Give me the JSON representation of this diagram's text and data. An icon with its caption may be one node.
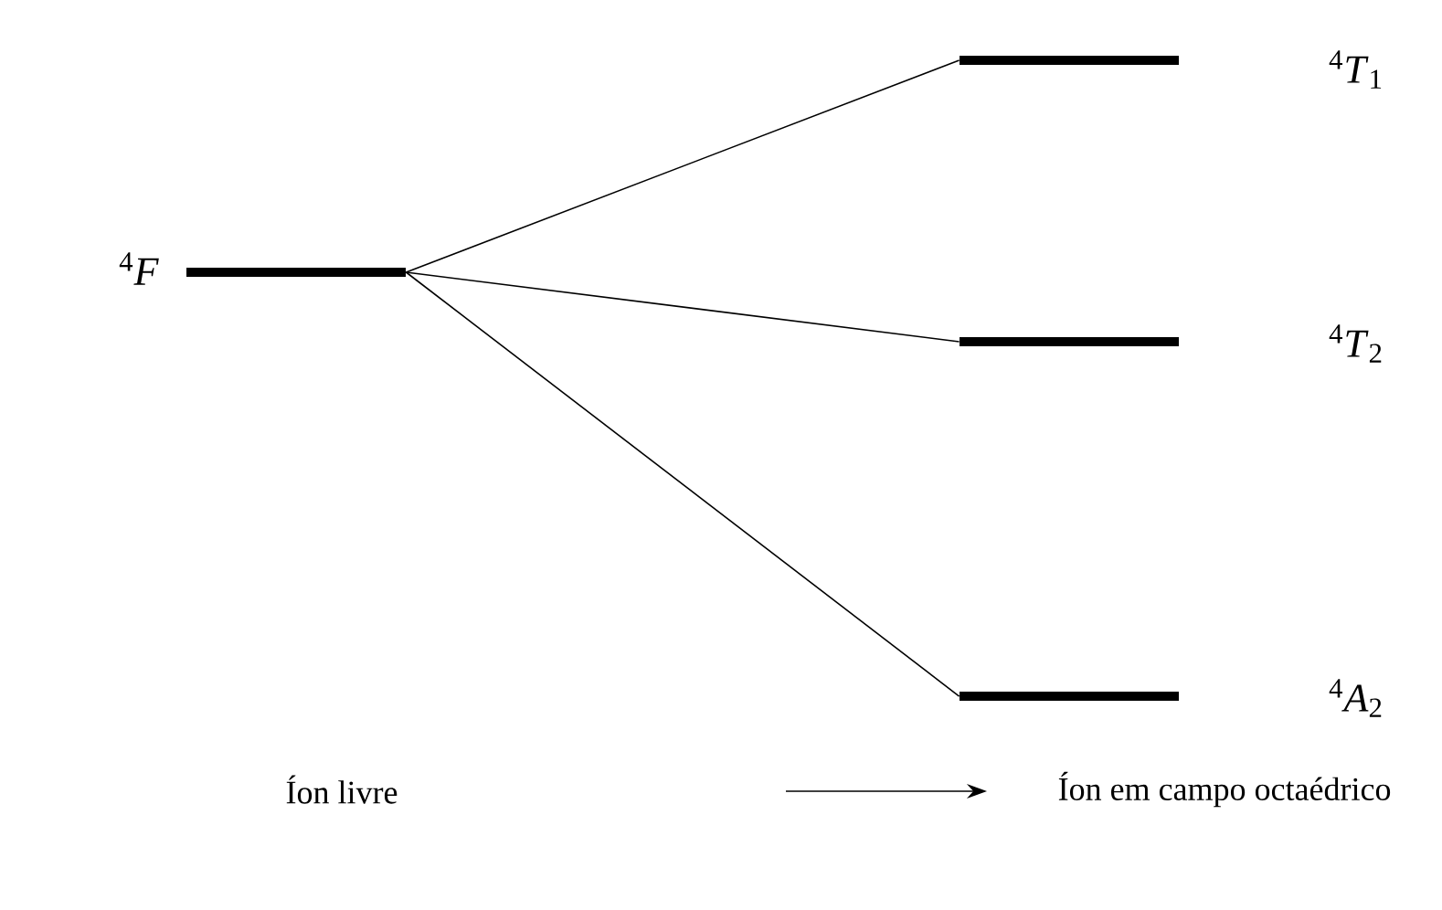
{
  "diagram": {
    "nodes": [
      {
        "text": [],
        "shape": "bar",
        "beside": [
          "$^{4}$*F*"
        ]
      },
      {
        "text": [],
        "shape": "bar",
        "beside": [
          "$^{4}$*T*$_{1}$"
        ]
      },
      {
        "text": [],
        "shape": "bar",
        "beside": [
          "$^{4}$*T*$_{2}$"
        ]
      },
      {
        "text": [],
        "shape": "bar",
        "beside": [
          "$^{4}$*A*$_{2}$"
        ]
      }
    ],
    "edges": [
      {
        "from": 0,
        "to": 1,
        "arrow": "none"
      },
      {
        "from": 0,
        "to": 2,
        "arrow": "none"
      },
      {
        "from": 0,
        "to": 3,
        "arrow": "none"
      }
    ],
    "labels": [
      "Íon livre",
      "Íon em campo octaédrico"
    ]
  }
}
